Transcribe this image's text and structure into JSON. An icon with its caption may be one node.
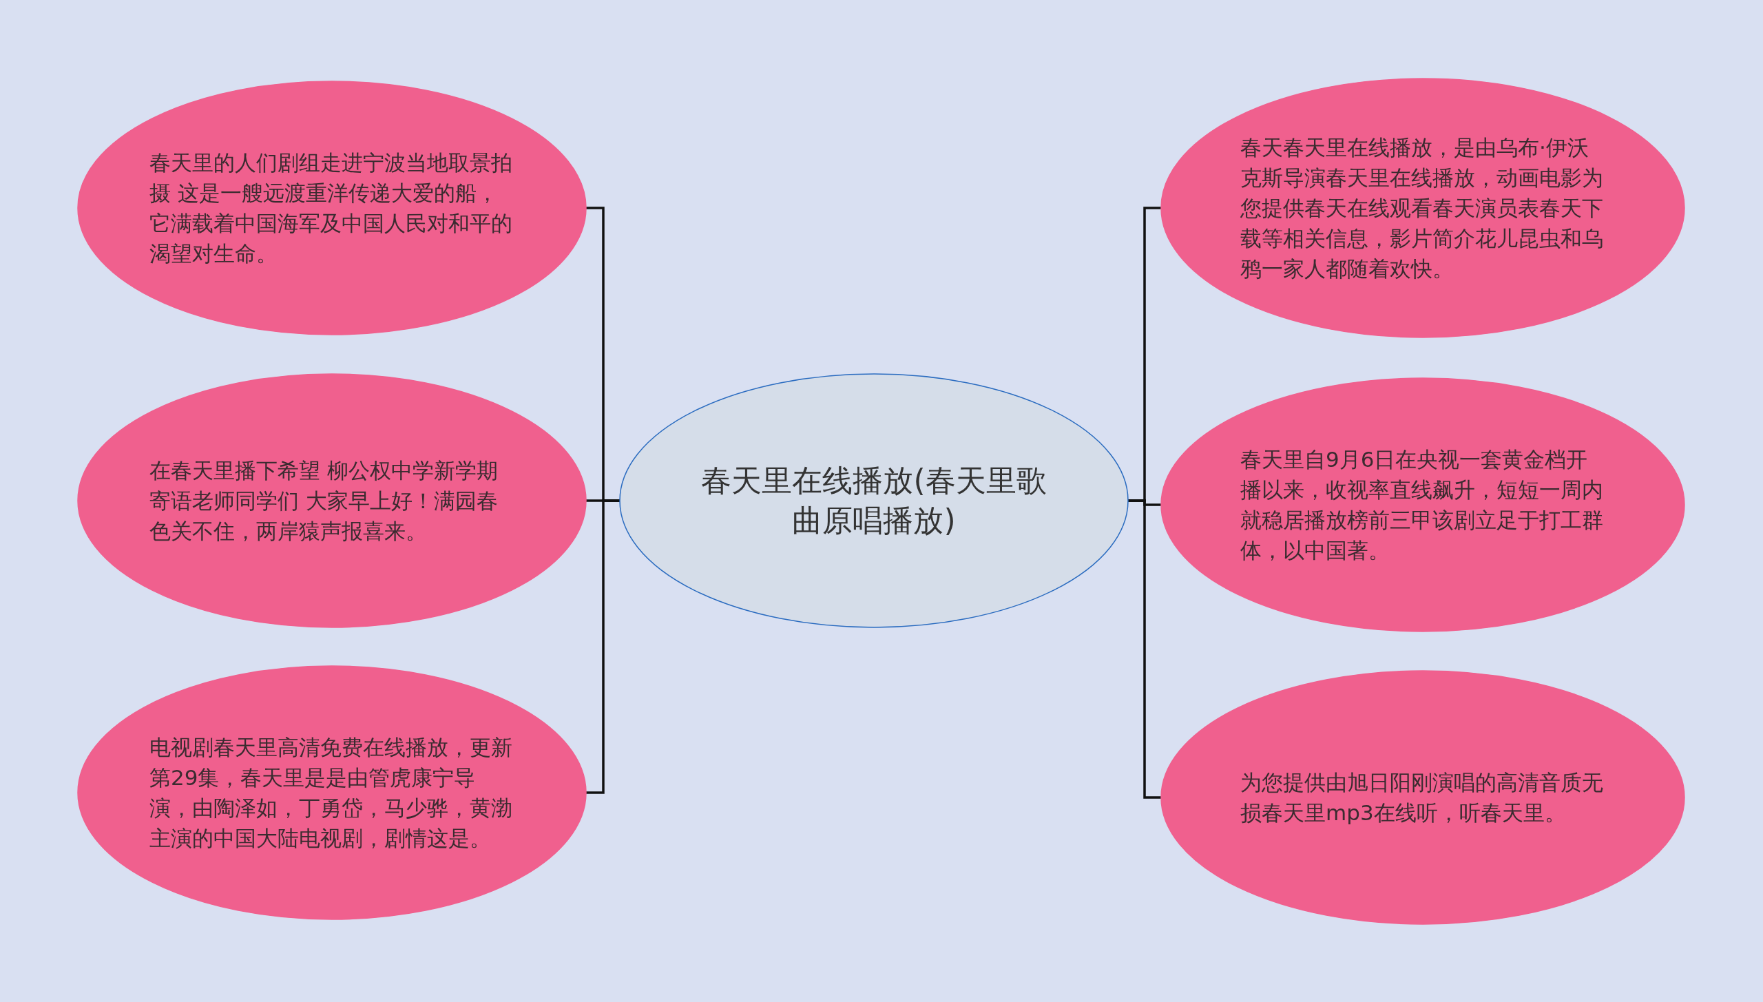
{
  "diagram": {
    "nodes": [
      {
        "text": [
          "春天里在线播放(春天里歌曲原唱播放)"
        ]
      },
      {
        "text": [
          "春天里的人们剧组走进宁波当地取景拍摄 这是一艘远渡重洋传递大爱的船，它满载着中国海军及中国人民对和平的渴望对生命。"
        ]
      },
      {
        "text": [
          "在春天里播下希望 柳公权中学新学期寄语老师同学们 大家早上好！满园春色关不住，两岸猿声报喜来。"
        ]
      },
      {
        "text": [
          "电视剧春天里高清免费在线播放，更新第29集，春天里是是由管虎康宁导演，由陶泽如，丁勇岱，马少骅，黄渤主演的中国大陆电视剧，剧情这是。"
        ]
      },
      {
        "text": [
          "春天春天里在线播放，是由乌布·伊沃克斯导演春天里在线播放，动画电影为您提供春天在线观看春天演员表春天下载等相关信息，影片简介花儿昆虫和乌鸦一家人都随着欢快。"
        ]
      },
      {
        "text": [
          "春天里自9月6日在央视一套黄金档开播以来，收视率直线飙升，短短一周内就稳居播放榜前三甲该剧立足于打工群体，以中国著。"
        ]
      },
      {
        "text": [
          "为您提供由旭日阳刚演唱的高清音质无损春天里mp3在线听，听春天里。"
        ]
      }
    ],
    "edges": [
      {
        "from": 0,
        "to": 1,
        "arrow": "none"
      },
      {
        "from": 0,
        "to": 2,
        "arrow": "none"
      },
      {
        "from": 0,
        "to": 3,
        "arrow": "none"
      },
      {
        "from": 0,
        "to": 4,
        "arrow": "none"
      },
      {
        "from": 0,
        "to": 5,
        "arrow": "none"
      },
      {
        "from": 0,
        "to": 6,
        "arrow": "none"
      }
    ]
  }
}
